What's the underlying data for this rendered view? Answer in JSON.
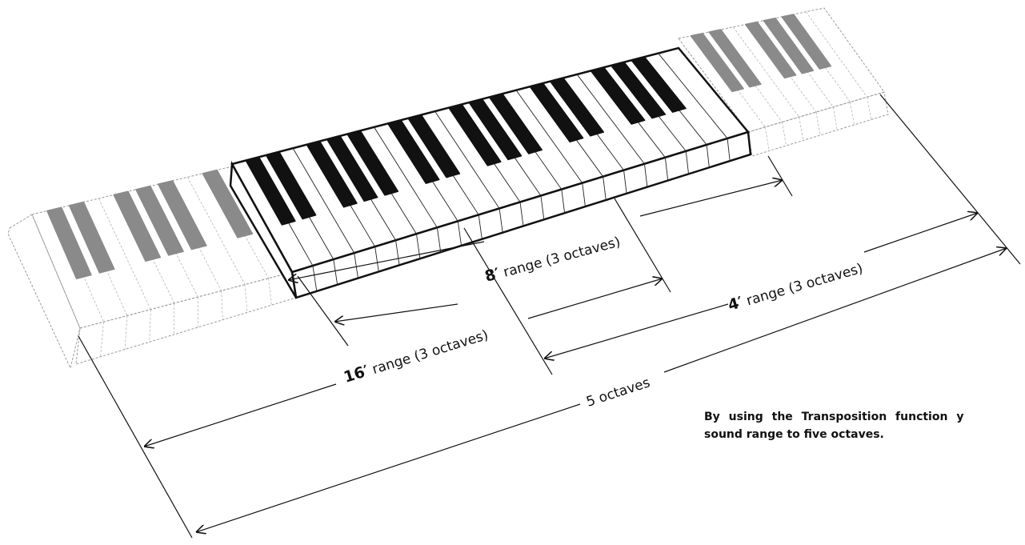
{
  "labels": {
    "range_8": {
      "num": "8′",
      "text": " range (3 octaves)"
    },
    "range_4": {
      "num": "4′",
      "text": " range (3 octaves)"
    },
    "range_16": {
      "num": "16′",
      "text": " range (3 octaves)"
    },
    "five_octaves": "5 octaves"
  },
  "caption": {
    "line1": "By using the Transposition function y",
    "line2": "sound range to five octaves."
  },
  "colors": {
    "black_key": "#111111",
    "faded_black_key": "#8a8a8a",
    "outline": "#111111",
    "faded_outline": "#9a9a9a"
  }
}
